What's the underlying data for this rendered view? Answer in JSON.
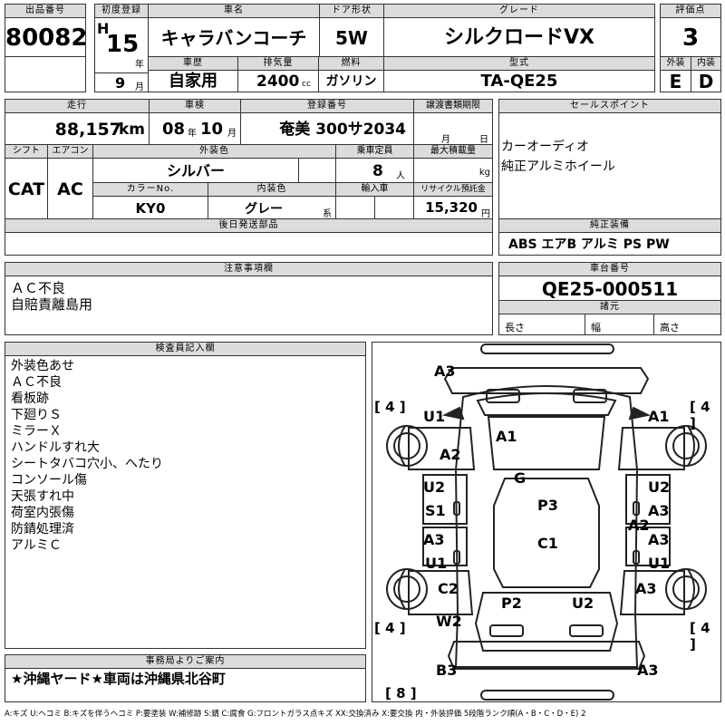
{
  "header": {
    "lot_label": "出品番号",
    "lot_number": "80082",
    "first_reg_label": "初度登録",
    "era_mark": "H",
    "year": "15",
    "year_unit": "年",
    "month": "9",
    "month_unit": "月",
    "car_name_label": "車名",
    "car_name": "キャラバンコーチ",
    "doors_label": "ドア形状",
    "doors": "5W",
    "grade_label": "グレード",
    "grade": "シルクロードVX",
    "score_label": "評価点",
    "score": "3",
    "history_label": "車歴",
    "history": "自家用",
    "displacement_label": "排気量",
    "displacement": "2400",
    "displacement_unit": "cc",
    "fuel_label": "燃料",
    "fuel": "ガソリン",
    "model_label": "型式",
    "model": "TA-QE25",
    "exterior_label": "外装",
    "exterior_grade": "E",
    "interior_label": "内装",
    "interior_grade": "D"
  },
  "row2": {
    "mileage_label": "走行",
    "mileage": "88,157",
    "mileage_unit": "km",
    "inspection_label": "車検",
    "inspection_year": "08",
    "inspection_year_unit": "年",
    "inspection_month": "10",
    "inspection_month_unit": "月",
    "plate_label": "登録番号",
    "plate": "奄美 300サ2034",
    "transfer_label": "譲渡書類期限",
    "transfer_month_unit": "月",
    "transfer_day_unit": "日",
    "sales_label": "セールスポイント",
    "sales_points": [
      "カーオーディオ",
      "純正アルミホイール"
    ]
  },
  "row3": {
    "shift_label": "シフト",
    "shift": "CAT",
    "ac_label": "エアコン",
    "ac": "AC",
    "color_label": "外装色",
    "color": "シルバー",
    "capacity_label": "乗車定員",
    "capacity": "8",
    "capacity_unit": "人",
    "load_label": "最大積載量",
    "load_unit": "kg",
    "color_no_label": "カラーNo.",
    "color_no": "KY0",
    "interior_color_label": "内装色",
    "interior_color": "グレー",
    "interior_color_unit": "系",
    "import_label": "輸入車",
    "recycle_label": "リサイクル預託金",
    "recycle": "15,320",
    "recycle_unit": "円"
  },
  "later_parts_label": "後日発送部品",
  "genuine_label": "純正装備",
  "genuine_equipment": "ABS エアB アルミ PS PW",
  "notes_label": "注意事項欄",
  "notes": [
    "ＡＣ不良",
    "自賠責離島用"
  ],
  "chassis_label": "車台番号",
  "chassis_number": "QE25-000511",
  "specs_label": "諸元",
  "length_label": "長さ",
  "width_label": "幅",
  "height_label": "高さ",
  "inspector_label": "検査員記入欄",
  "inspector_notes": [
    "外装色あせ",
    "ＡＣ不良",
    "看板跡",
    "下廻りＳ",
    "ミラーＸ",
    "ハンドルすれ大",
    "シートタバコ穴小、へたり",
    "コンソール傷",
    "天張すれ中",
    "荷室内張傷",
    "防錆処理済",
    "アルミＣ"
  ],
  "office_label": "事務局よりご案内",
  "office_message": "★沖縄ヤード★車両は沖縄県北谷町",
  "legend": "A:キズ U:ヘコミ B:キズを伴うヘコミ P:要塗装 W:補修跡 S:錆 C:腐食 G:フロントガラス点キズ XX:交換済み X:要交換 内・外装評価 5段階ランク順(A・B・C・D・E) 2",
  "diagram": {
    "marks": {
      "a3_top": "A3",
      "a1_center": "A1",
      "u1_left": "U1",
      "a1_right": "A1",
      "a2_left": "A2",
      "g": "G",
      "u2_left": "U2",
      "u2_right": "U2",
      "s1": "S1",
      "p3": "P3",
      "a3_right_mid": "A3",
      "a2_right": "A2",
      "a3_left_low": "A3",
      "c1": "C1",
      "a3_right_low": "A3",
      "u1_left_low": "U1",
      "u1_right_low": "U1",
      "c2": "C2",
      "a3_right_rear": "A3",
      "p2": "P2",
      "u2_rear": "U2",
      "w2": "W2",
      "b3": "B3",
      "a3_bottom_right": "A3"
    },
    "tire_fl": "4",
    "tire_fr": "4",
    "tire_rl": "4",
    "tire_rr": "4",
    "tire_spare": "8"
  }
}
